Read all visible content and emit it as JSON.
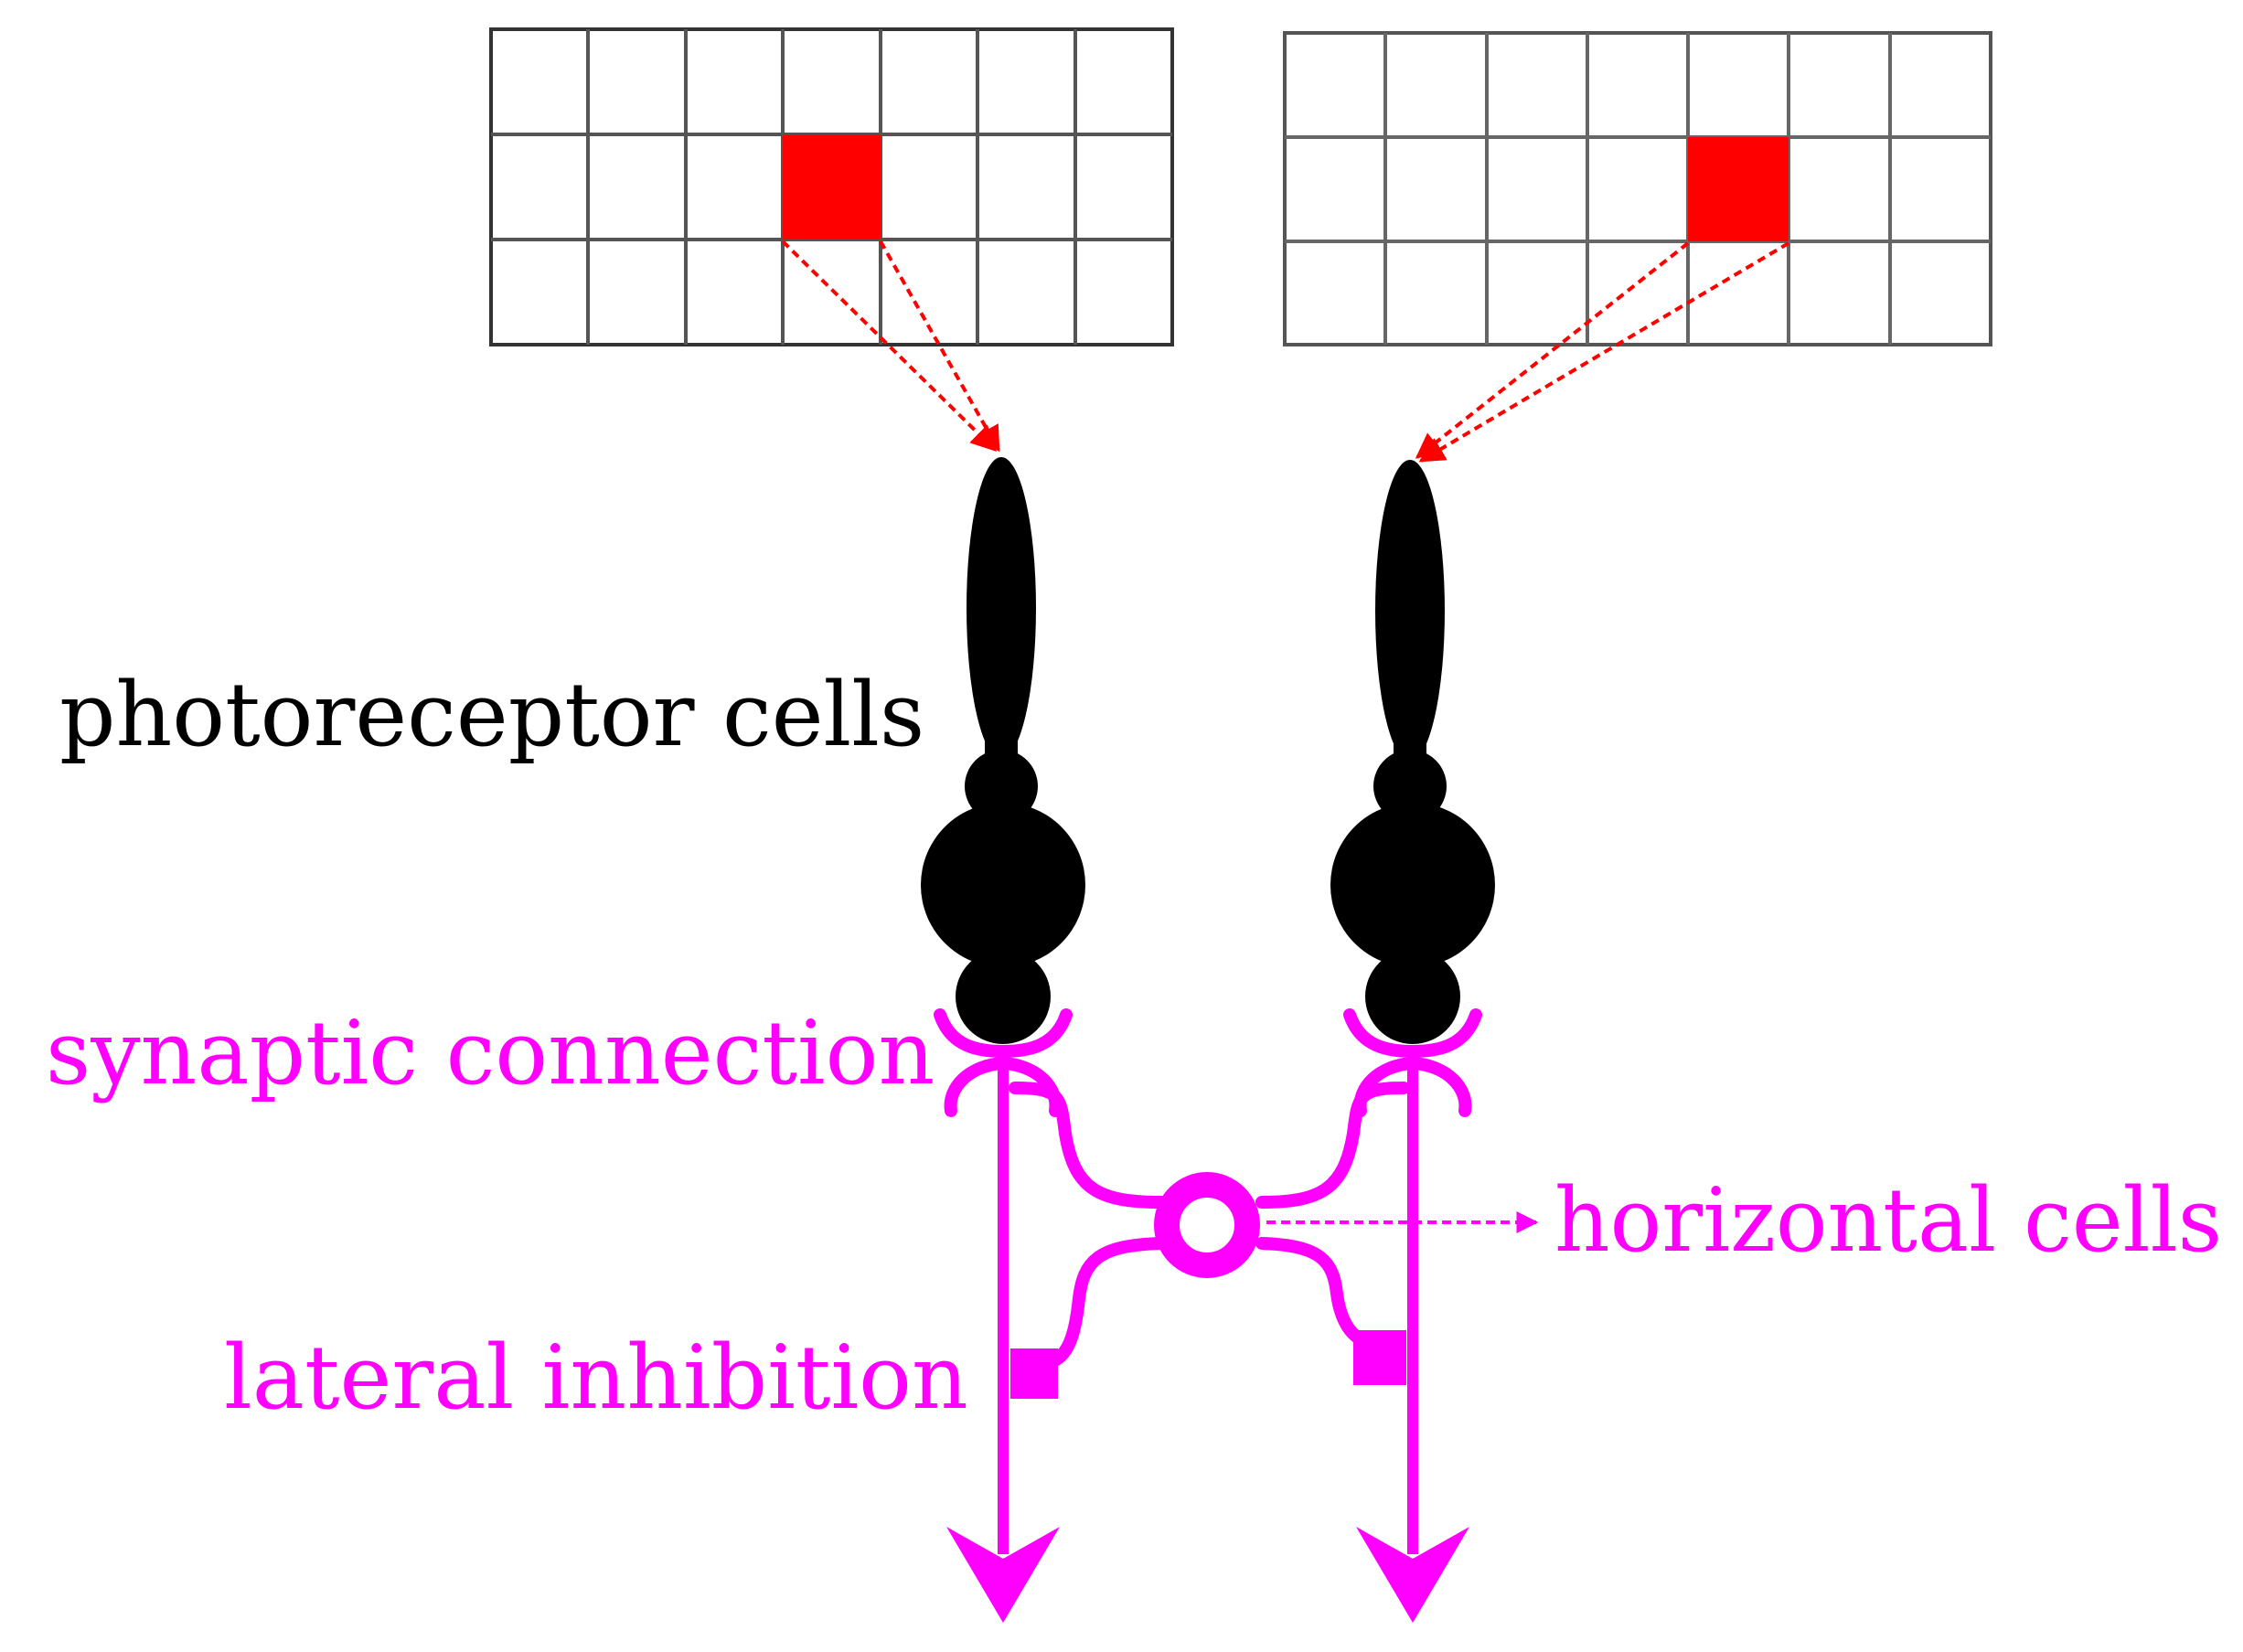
{
  "labels": {
    "photoreceptor": "photoreceptor cells",
    "synaptic": "synaptic connection",
    "horizontal": "horizontal cells",
    "lateral": "lateral inhibition"
  },
  "grids": [
    {
      "rows": 3,
      "cols": 7,
      "highlight_row": 1,
      "highlight_col": 3
    },
    {
      "rows": 3,
      "cols": 7,
      "highlight_row": 1,
      "highlight_col": 4
    }
  ],
  "colors": {
    "neuron": "#000000",
    "connection": "#ff00ff",
    "highlight": "#ff0000",
    "grid_line": "#333333",
    "grid_line_light": "#9a9a9a"
  }
}
